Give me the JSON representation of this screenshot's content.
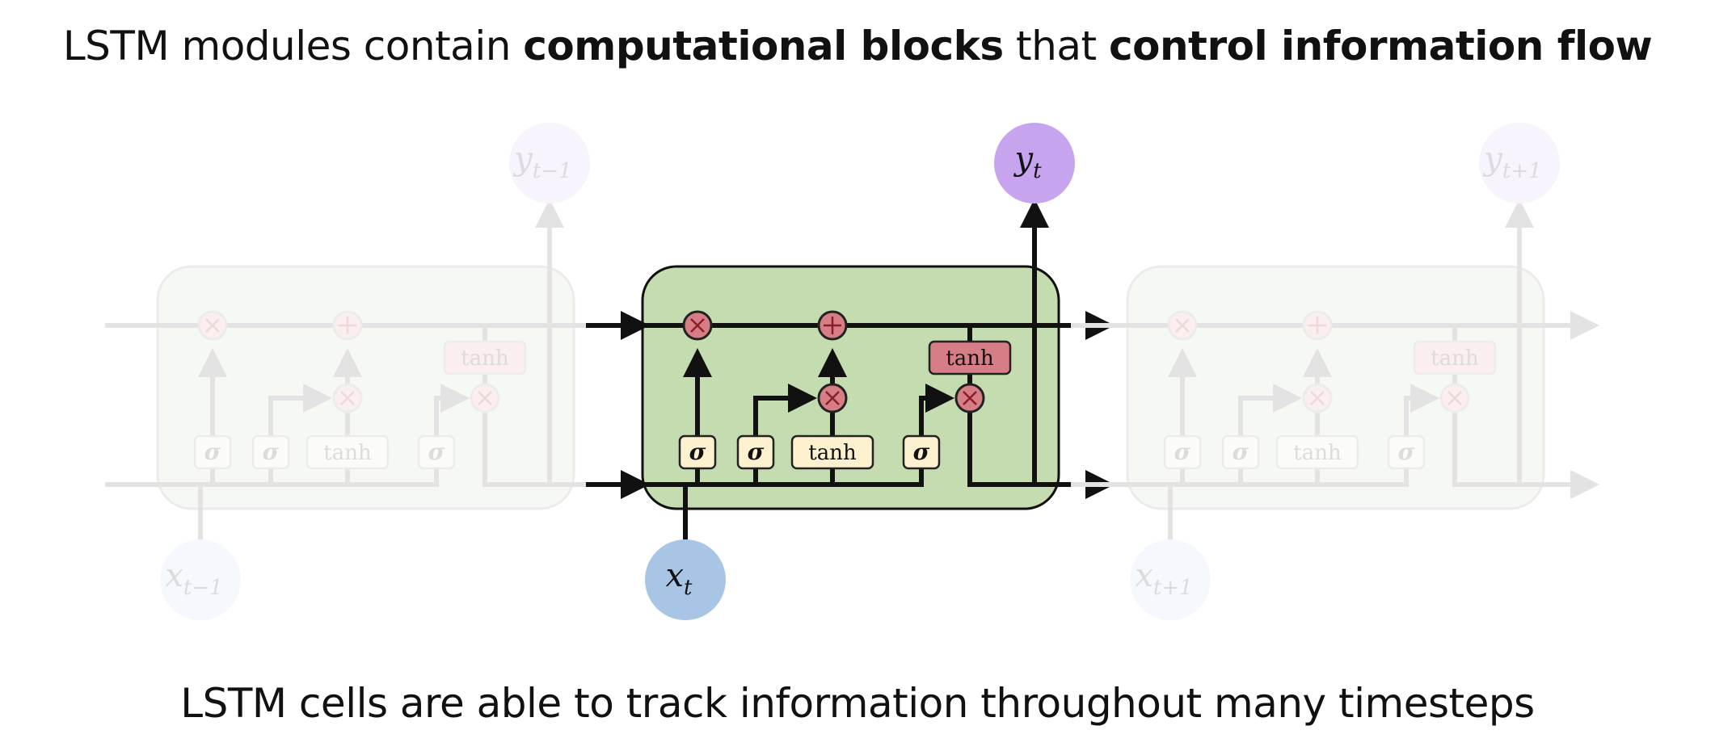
{
  "title": {
    "part1": "LSTM modules contain ",
    "bold1": "computational blocks",
    "part2": " that ",
    "bold2": "control information flow"
  },
  "caption": "LSTM cells are able to track information throughout many timesteps",
  "colors": {
    "cell_fill": "#c5dcb0",
    "cell_border": "#111111",
    "op_fill": "#d67d86",
    "gate_fill": "#fdf1cf",
    "output_node": "#c6a5ee",
    "input_node": "#a9c5e6",
    "faded_stroke": "#e3e3e3"
  },
  "cells": [
    {
      "id": "prev",
      "faded": true,
      "input_label": {
        "base": "x",
        "sub": "t−1"
      },
      "output_label": {
        "base": "y",
        "sub": "t−1"
      }
    },
    {
      "id": "current",
      "faded": false,
      "input_label": {
        "base": "x",
        "sub": "t"
      },
      "output_label": {
        "base": "y",
        "sub": "t"
      }
    },
    {
      "id": "next",
      "faded": true,
      "input_label": {
        "base": "x",
        "sub": "t+1"
      },
      "output_label": {
        "base": "y",
        "sub": "t+1"
      }
    }
  ],
  "gates": {
    "forget": "σ",
    "input": "σ",
    "candidate": "tanh",
    "output": "σ",
    "cell_tanh": "tanh"
  },
  "operators": {
    "multiply": "×",
    "add": "+"
  }
}
